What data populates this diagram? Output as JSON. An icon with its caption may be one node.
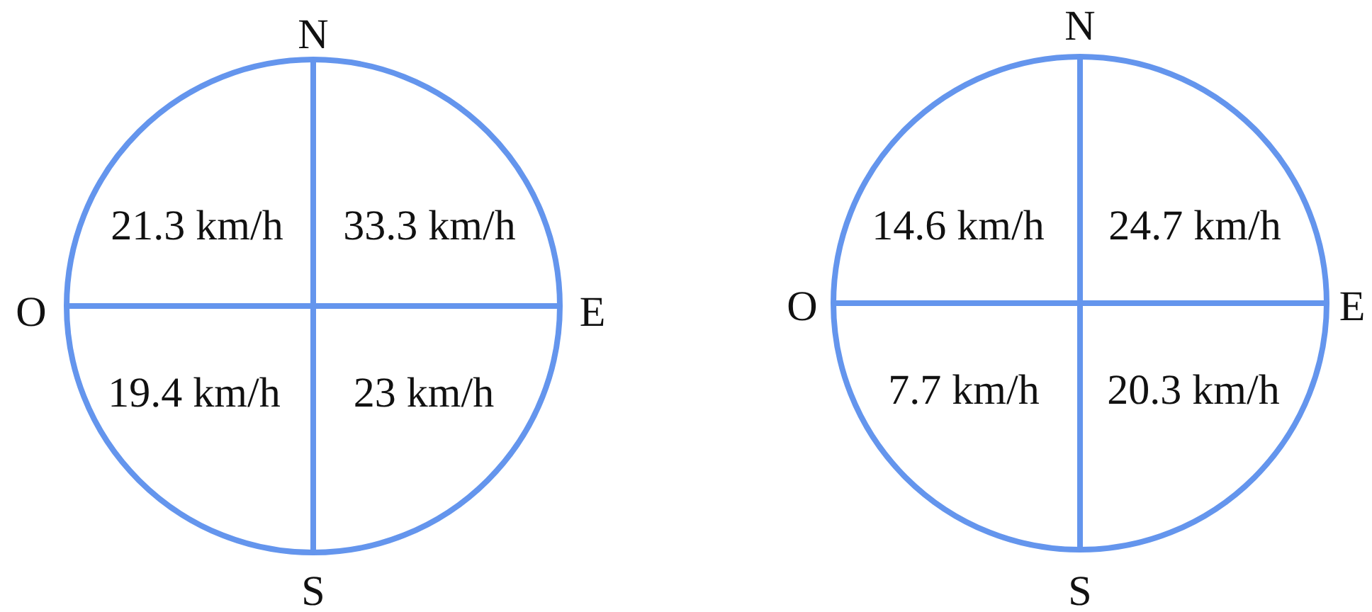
{
  "diagram": {
    "nodes": [
      {
        "text": [
          "21.3 km/h",
          "33.3 km/h",
          "19.4 km/h",
          "23 km/h"
        ],
        "beside": [
          "N",
          "O",
          "E",
          "S"
        ]
      },
      {
        "text": [
          "14.6 km/h",
          "24.7 km/h",
          "7.7 km/h",
          "20.3 km/h"
        ],
        "beside": [
          "N",
          "O",
          "E",
          "S"
        ]
      }
    ]
  }
}
